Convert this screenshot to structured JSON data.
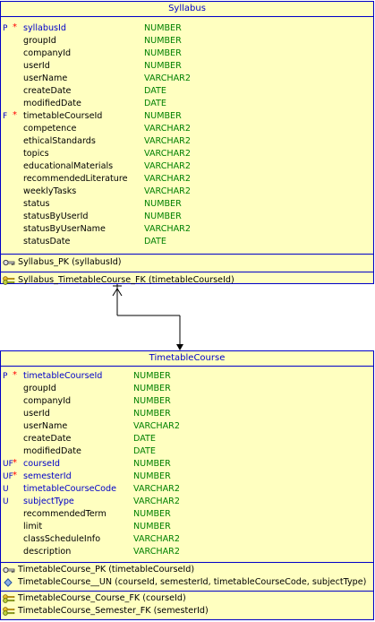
{
  "entities": {
    "syllabus": {
      "title": "Syllabus",
      "columns": [
        {
          "flag": "P",
          "star": "*",
          "name": "syllabusId",
          "type": "NUMBER",
          "key": true
        },
        {
          "flag": "",
          "star": "",
          "name": "groupId",
          "type": "NUMBER",
          "key": false
        },
        {
          "flag": "",
          "star": "",
          "name": "companyId",
          "type": "NUMBER",
          "key": false
        },
        {
          "flag": "",
          "star": "",
          "name": "userId",
          "type": "NUMBER",
          "key": false
        },
        {
          "flag": "",
          "star": "",
          "name": "userName",
          "type": "VARCHAR2",
          "key": false
        },
        {
          "flag": "",
          "star": "",
          "name": "createDate",
          "type": "DATE",
          "key": false
        },
        {
          "flag": "",
          "star": "",
          "name": "modifiedDate",
          "type": "DATE",
          "key": false
        },
        {
          "flag": "F",
          "star": "*",
          "name": "timetableCourseId",
          "type": "NUMBER",
          "key": false
        },
        {
          "flag": "",
          "star": "",
          "name": "competence",
          "type": "VARCHAR2",
          "key": false
        },
        {
          "flag": "",
          "star": "",
          "name": "ethicalStandards",
          "type": "VARCHAR2",
          "key": false
        },
        {
          "flag": "",
          "star": "",
          "name": "topics",
          "type": "VARCHAR2",
          "key": false
        },
        {
          "flag": "",
          "star": "",
          "name": "educationalMaterials",
          "type": "VARCHAR2",
          "key": false
        },
        {
          "flag": "",
          "star": "",
          "name": "recommendedLiterature",
          "type": "VARCHAR2",
          "key": false
        },
        {
          "flag": "",
          "star": "",
          "name": "weeklyTasks",
          "type": "VARCHAR2",
          "key": false
        },
        {
          "flag": "",
          "star": "",
          "name": "status",
          "type": "NUMBER",
          "key": false
        },
        {
          "flag": "",
          "star": "",
          "name": "statusByUserId",
          "type": "NUMBER",
          "key": false
        },
        {
          "flag": "",
          "star": "",
          "name": "statusByUserName",
          "type": "VARCHAR2",
          "key": false
        },
        {
          "flag": "",
          "star": "",
          "name": "statusDate",
          "type": "DATE",
          "key": false
        }
      ],
      "primary_keys": [
        "Syllabus_PK (syllabusId)"
      ],
      "foreign_keys": [
        "Syllabus_TimetableCourse_FK (timetableCourseId)"
      ]
    },
    "timetable_course": {
      "title": "TimetableCourse",
      "columns": [
        {
          "flag": "P",
          "star": "*",
          "name": "timetableCourseId",
          "type": "NUMBER",
          "key": true
        },
        {
          "flag": "",
          "star": "",
          "name": "groupId",
          "type": "NUMBER",
          "key": false
        },
        {
          "flag": "",
          "star": "",
          "name": "companyId",
          "type": "NUMBER",
          "key": false
        },
        {
          "flag": "",
          "star": "",
          "name": "userId",
          "type": "NUMBER",
          "key": false
        },
        {
          "flag": "",
          "star": "",
          "name": "userName",
          "type": "VARCHAR2",
          "key": false
        },
        {
          "flag": "",
          "star": "",
          "name": "createDate",
          "type": "DATE",
          "key": false
        },
        {
          "flag": "",
          "star": "",
          "name": "modifiedDate",
          "type": "DATE",
          "key": false
        },
        {
          "flag": "UF",
          "star": "*",
          "name": "courseId",
          "type": "NUMBER",
          "key": true
        },
        {
          "flag": "UF",
          "star": "*",
          "name": "semesterId",
          "type": "NUMBER",
          "key": true
        },
        {
          "flag": "U",
          "star": "",
          "name": "timetableCourseCode",
          "type": "VARCHAR2",
          "key": true
        },
        {
          "flag": "U",
          "star": "",
          "name": "subjectType",
          "type": "VARCHAR2",
          "key": true
        },
        {
          "flag": "",
          "star": "",
          "name": "recommendedTerm",
          "type": "NUMBER",
          "key": false
        },
        {
          "flag": "",
          "star": "",
          "name": "limit",
          "type": "NUMBER",
          "key": false
        },
        {
          "flag": "",
          "star": "",
          "name": "classScheduleInfo",
          "type": "VARCHAR2",
          "key": false
        },
        {
          "flag": "",
          "star": "",
          "name": "description",
          "type": "VARCHAR2",
          "key": false
        }
      ],
      "primary_keys": [
        "TimetableCourse_PK (timetableCourseId)"
      ],
      "unique_keys": [
        "TimetableCourse__UN (courseId, semesterId, timetableCourseCode, subjectType)"
      ],
      "foreign_keys": [
        "TimetableCourse_Course_FK (courseId)",
        "TimetableCourse_Semester_FK (semesterId)"
      ]
    }
  },
  "colors": {
    "entity_fill": "#ffffc0",
    "border": "#0000c8",
    "key_column": "#0000c8",
    "type": "#008000",
    "mandatory": "#ff0000"
  }
}
